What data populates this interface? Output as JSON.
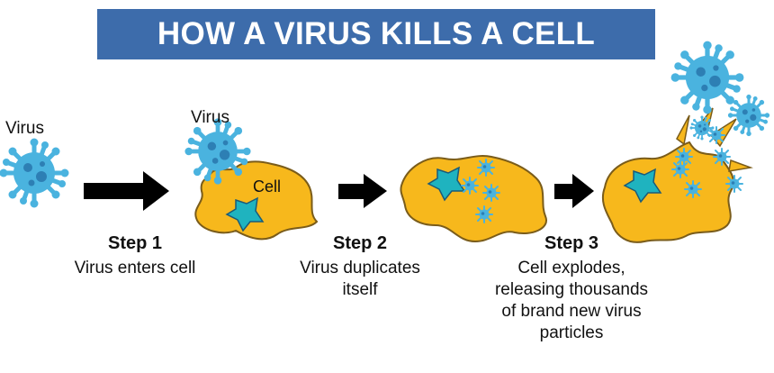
{
  "title": "HOW A VIRUS KILLS A CELL",
  "labels": {
    "virus_left": "Virus",
    "virus_top": "Virus",
    "cell": "Cell"
  },
  "steps": [
    {
      "title": "Step 1",
      "description": "Virus enters cell"
    },
    {
      "title": "Step 2",
      "description": "Virus duplicates\nitself"
    },
    {
      "title": "Step 3",
      "description": "Cell explodes,\nreleasing thousands\nof brand new virus\nparticles"
    }
  ],
  "colors": {
    "title_bg": "#3d6cab",
    "virus": "#4ab3df",
    "virus_dark": "#2d7fb4",
    "cell": "#f7b81c",
    "cell_outline": "#7a5c1a",
    "nucleus": "#1fb3bf",
    "arrow": "#000000"
  }
}
